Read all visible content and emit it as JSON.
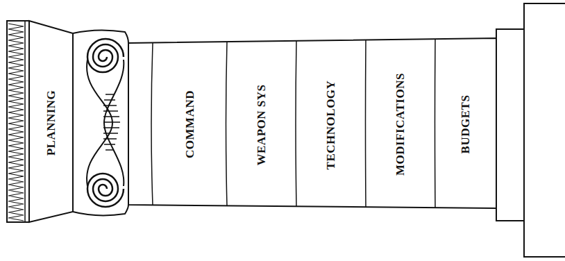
{
  "diagram": {
    "nodes": [
      {
        "text": [
          "PLANNING"
        ]
      },
      {
        "text": [
          "COMMAND"
        ]
      },
      {
        "text": [
          "WEAPON SYS"
        ]
      },
      {
        "text": [
          "TECHNOLOGY"
        ]
      },
      {
        "text": [
          "MODIFICATIONS"
        ]
      },
      {
        "text": [
          "BUDGETS"
        ]
      }
    ]
  }
}
